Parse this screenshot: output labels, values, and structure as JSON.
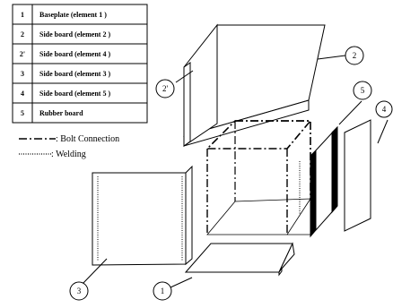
{
  "parts_table": [
    {
      "no": "1",
      "desc": "Baseplate (element 1 )"
    },
    {
      "no": "2",
      "desc": "Side board (element 2 )"
    },
    {
      "no": "2'",
      "desc": "Side board (element 4 )"
    },
    {
      "no": "3",
      "desc": "Side board (element 3 )"
    },
    {
      "no": "4",
      "desc": "Side board (element 5 )"
    },
    {
      "no": "5",
      "desc": "Rubber board"
    }
  ],
  "legend": {
    "bolt": ": Bolt Connection",
    "welding": ": Welding"
  },
  "callouts": {
    "c1": "1",
    "c2": "2",
    "c2p": "2'",
    "c3": "3",
    "c4": "4",
    "c5": "5"
  }
}
